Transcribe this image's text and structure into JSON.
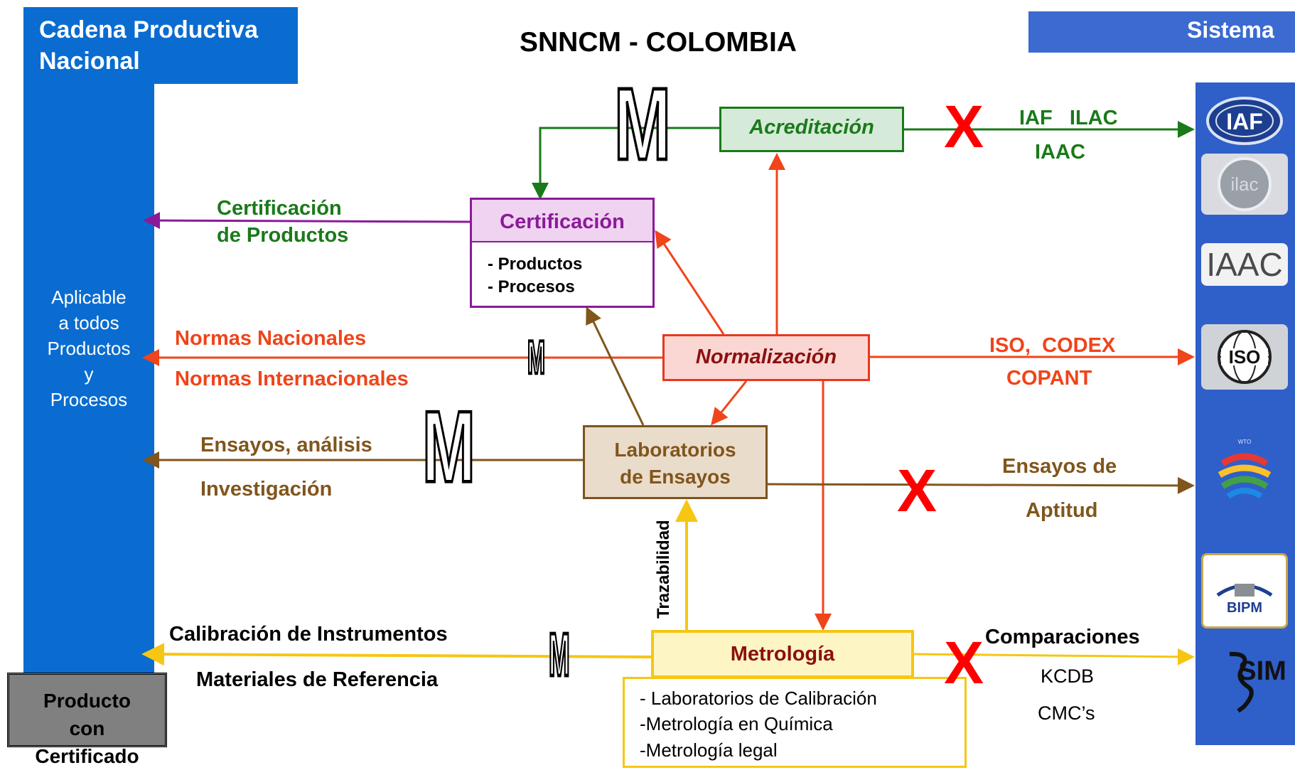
{
  "title": "SNNCM - COLOMBIA",
  "left_panel": {
    "heading_line1": "Cadena Productiva",
    "heading_line2": "Nacional",
    "applicable": [
      "Aplicable",
      "a todos",
      "Productos",
      "y",
      "Procesos"
    ],
    "product_box": [
      "Producto",
      "con",
      "Certificado"
    ]
  },
  "right_panel": {
    "heading": "Sistema",
    "logos": [
      "IAF",
      "ilac",
      "IAAC",
      "ISO",
      "WTO",
      "BIPM",
      "SIM"
    ]
  },
  "nodes": {
    "acreditacion": "Acreditación",
    "certificacion": "Certificación",
    "certificacion_items": [
      "- Productos",
      "- Procesos"
    ],
    "normalizacion": "Normalización",
    "laboratorios": [
      "Laboratorios",
      "de Ensayos"
    ],
    "metrologia": "Metrología",
    "metrologia_items": [
      "- Laboratorios de Calibración",
      "-Metrología en Química",
      "-Metrología legal"
    ]
  },
  "labels": {
    "cert_productos": [
      "Certificación",
      "de Productos"
    ],
    "normas": [
      "Normas Nacionales",
      "Normas Internacionales"
    ],
    "ensayos": [
      "Ensayos, análisis",
      "Investigación"
    ],
    "calibracion": [
      "Calibración de Instrumentos",
      "Materiales de Referencia"
    ],
    "acred_intl": [
      "IAF   ILAC",
      "IAAC"
    ],
    "norm_intl": [
      "ISO,  CODEX",
      "COPANT"
    ],
    "lab_intl": [
      "Ensayos de",
      "Aptitud"
    ],
    "met_intl": [
      "Comparaciones",
      "KCDB",
      "CMC’s"
    ],
    "trazabilidad": "Trazabilidad",
    "m_symbol": "M",
    "x_symbol": "X"
  },
  "colors": {
    "blue_panel": "#0a6cd0",
    "green": "#1a7a1a",
    "purple": "#8b1a99",
    "red": "#f0441a",
    "brown": "#80561c",
    "yellow": "#f6c613",
    "x_red": "#ff0000"
  }
}
